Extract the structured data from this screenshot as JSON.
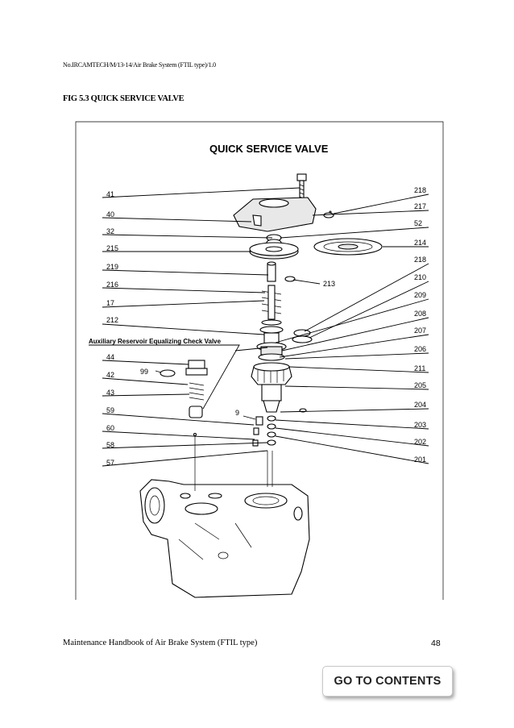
{
  "header": {
    "doc_ref": "No.IRCAMTECH/M/13-14/Air Brake System (FTIL type)/1.0",
    "figure_title": "FIG 5.3 QUICK SERVICE VALVE"
  },
  "figure": {
    "title": "QUICK SERVICE VALVE",
    "subheading": "Auxiliary Reservoir Equalizing Check Valve",
    "labels_left": [
      "41",
      "40",
      "32",
      "215",
      "219",
      "216",
      "17",
      "212",
      "44",
      "42",
      "43",
      "59",
      "60",
      "58",
      "57"
    ],
    "labels_right": [
      "218",
      "217",
      "52",
      "214",
      "218",
      "210",
      "209",
      "208",
      "207",
      "206",
      "211",
      "205",
      "204",
      "203",
      "202",
      "201"
    ],
    "labels_inner": [
      "213",
      "99",
      "9"
    ]
  },
  "footer": {
    "title": "Maintenance Handbook of Air Brake System (FTIL type)",
    "page_number": "48"
  },
  "contents_button": {
    "label": "GO TO CONTENTS"
  }
}
